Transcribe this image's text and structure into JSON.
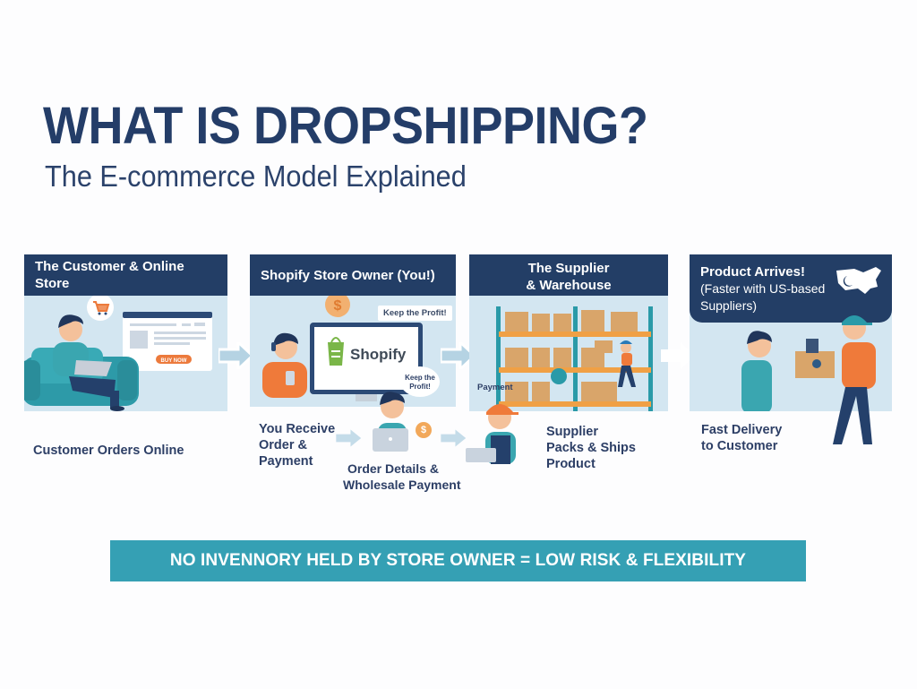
{
  "header": {
    "title": "WHAT IS DROPSHIPPING?",
    "subtitle": "The E-commerce Model Explained"
  },
  "panels": [
    {
      "title": "The Customer & Online Store",
      "caption": "Customer Orders Online",
      "illustration": {
        "cart_icon": "shopping-cart-icon",
        "button_label": "BUY NOW"
      }
    },
    {
      "title": "Shopify Store Owner (You!)",
      "caption_lines": [
        "You Receive",
        "Order &",
        "Payment"
      ],
      "illustration": {
        "brand": "Shopify",
        "tag_text": "Keep the Profit!",
        "bubble_lines": [
          "Keep the",
          "Profit!"
        ],
        "coin_symbol": "$"
      }
    },
    {
      "title_lines": [
        "The Supplier",
        "& Warehouse"
      ],
      "caption_lines": [
        "Supplier",
        "Packs & Ships",
        "Product"
      ],
      "illustration": {
        "payment_label": "Payment"
      }
    },
    {
      "title": "Product Arrives!",
      "title_sub_lines": [
        "(Faster with US-based",
        "Suppliers)"
      ],
      "caption_lines": [
        "Fast Delivery",
        "to Customer"
      ],
      "illustration": {
        "map_icon": "us-map-icon"
      }
    }
  ],
  "middle_flow": {
    "label_lines": [
      "Order Details &",
      "Wholesale Payment"
    ],
    "coin_symbol": "$"
  },
  "banner": {
    "text": "NO INVENNORY HELD BY STORE OWNER = LOW RISK & FLEXIBILITY"
  },
  "colors": {
    "navy": "#233e66",
    "panel_bg": "#d3e6f1",
    "teal_banner": "#35a0b4",
    "orange": "#f07a3a",
    "teal": "#3aa6b0",
    "shopify_green": "#7ab648"
  }
}
